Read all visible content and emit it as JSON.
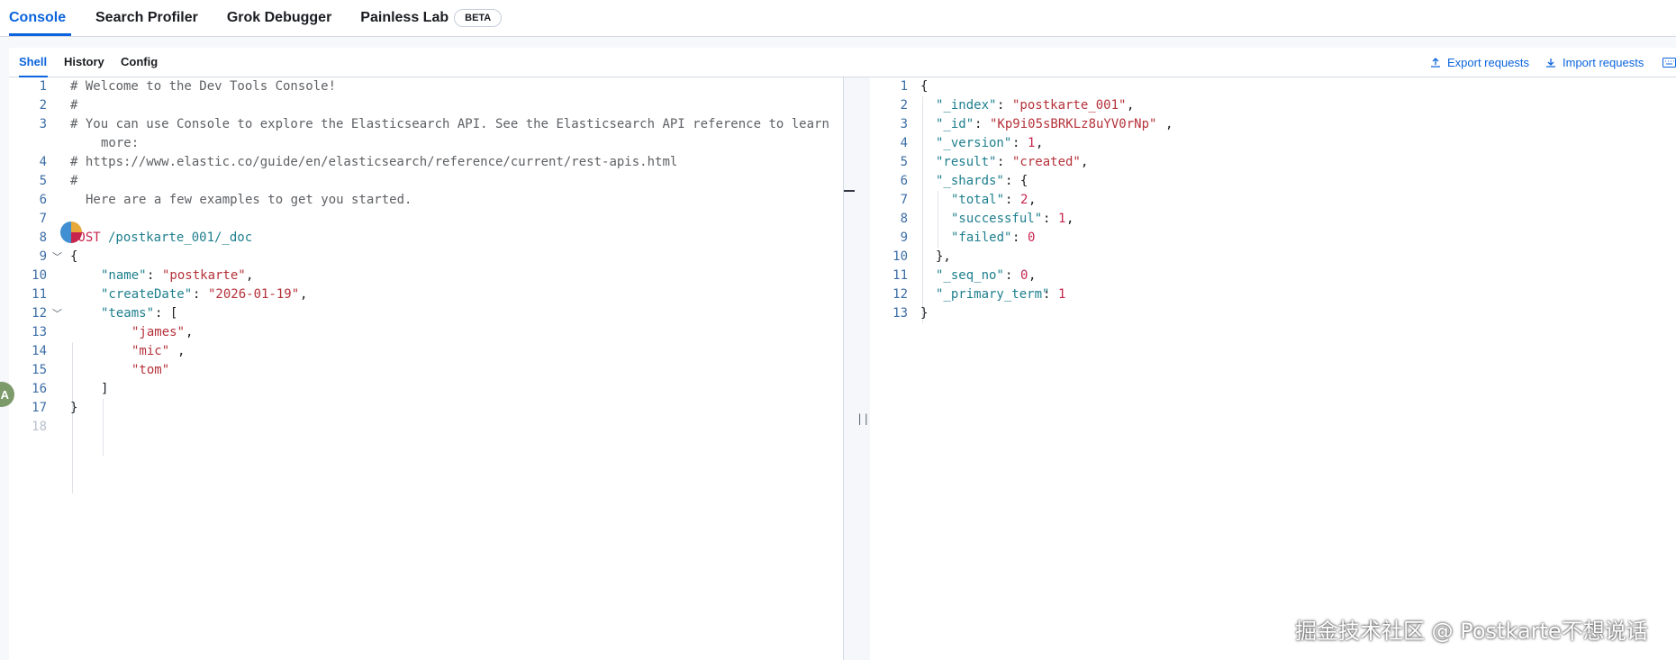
{
  "top_tabs": [
    {
      "label": "Console",
      "active": true
    },
    {
      "label": "Search Profiler",
      "active": false
    },
    {
      "label": "Grok Debugger",
      "active": false
    },
    {
      "label": "Painless Lab",
      "active": false,
      "badge": "BETA"
    }
  ],
  "sub_tabs": [
    {
      "label": "Shell",
      "active": true
    },
    {
      "label": "History",
      "active": false
    },
    {
      "label": "Config",
      "active": false
    }
  ],
  "actions": {
    "export": "Export requests",
    "import": "Import requests"
  },
  "avatar_letter": "A",
  "watermark": "掘金技术社区 @ Postkarte不想说话",
  "colors": {
    "accent": "#0b64dd",
    "string": "#b5323a",
    "key": "#1e7f8d",
    "method": "#c7254e",
    "comment": "#5e6165"
  },
  "editor": {
    "line_numbers": [
      "1",
      "2",
      "3",
      "",
      "4",
      "5",
      "6",
      "7",
      "8",
      "9",
      "10",
      "11",
      "12",
      "13",
      "14",
      "15",
      "16",
      "17",
      "18"
    ],
    "comments": {
      "l1": "# Welcome to the Dev Tools Console!",
      "l2": "#",
      "l3a": "# You can use Console to explore the Elasticsearch API. See the Elasticsearch API reference to learn",
      "l3b": "more:",
      "l4": "# https://www.elastic.co/guide/en/elasticsearch/reference/current/rest-apis.html",
      "l5": "#",
      "l6": "Here are a few examples to get you started."
    },
    "request": {
      "method": "POST",
      "path": "/postkarte_001/_doc"
    },
    "body": {
      "name_key": "\"name\"",
      "name_val": "\"postkarte\"",
      "date_key": "\"createDate\"",
      "date_val": "\"2026-01-19\"",
      "teams_key": "\"teams\"",
      "teams": [
        "\"james\"",
        "\"mic\"",
        "\"tom\""
      ]
    }
  },
  "output": {
    "line_numbers": [
      "1",
      "2",
      "3",
      "4",
      "5",
      "6",
      "7",
      "8",
      "9",
      "10",
      "11",
      "12",
      "13"
    ],
    "index_key": "\"_index\"",
    "index_val": "\"postkarte_001\"",
    "id_key": "\"_id\"",
    "id_val": "\"Kp9i05sBRKLz8uYV0rNp\"",
    "version_key": "\"_version\"",
    "version_val": "1",
    "result_key": "\"result\"",
    "result_val": "\"created\"",
    "shards_key": "\"_shards\"",
    "total_key": "\"total\"",
    "total_val": "2",
    "successful_key": "\"successful\"",
    "successful_val": "1",
    "failed_key": "\"failed\"",
    "failed_val": "0",
    "seq_key": "\"_seq_no\"",
    "seq_val": "0",
    "term_key": "\"_primary_term\"",
    "term_val": "1"
  }
}
